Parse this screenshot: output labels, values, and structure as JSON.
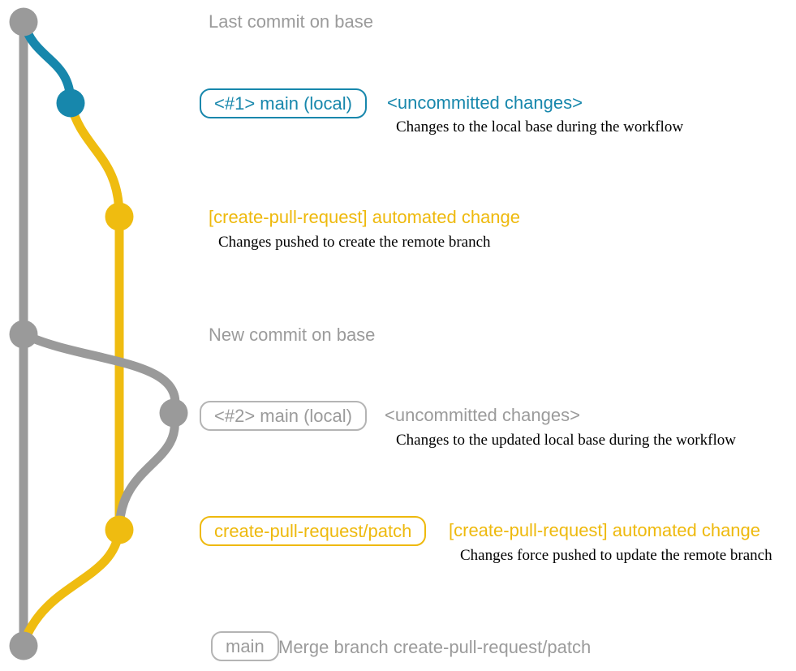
{
  "colors": {
    "gray": "#9a9a9a",
    "gray_text": "#9b9b9b",
    "gray_border": "#b4b4b4",
    "teal": "#1787ac",
    "yellow": "#efbc10",
    "yellow_text": "#eeb90d",
    "black": "#000000"
  },
  "timeline": {
    "heading_top": "Last commit on base",
    "local_main_1": {
      "badge": "<#1> main (local)",
      "note": "<uncommitted changes>",
      "description": "Changes to the local base during the workflow"
    },
    "patch_commit_1": {
      "title": "[create-pull-request] automated change",
      "description": "Changes pushed to create the remote branch"
    },
    "heading_mid": "New commit on base",
    "local_main_2": {
      "badge": "<#2> main (local)",
      "note": "<uncommitted changes>",
      "description": "Changes to the updated local base during the workflow"
    },
    "patch_commit_2": {
      "badge": "create-pull-request/patch",
      "title": "[create-pull-request] automated change",
      "description": "Changes force pushed to update the remote branch"
    },
    "merge_commit": {
      "badge": "main",
      "message": "Merge branch create-pull-request/patch"
    }
  }
}
